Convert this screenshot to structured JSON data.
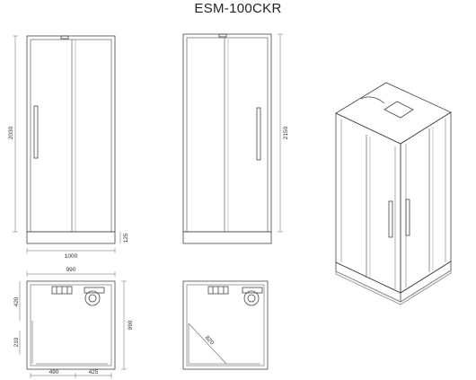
{
  "title": "ESM-100CKR",
  "front_view": {
    "height": "2030",
    "width": "1000",
    "base": "125"
  },
  "side_view": {
    "height": "2150"
  },
  "top_view_left": {
    "width": "990",
    "depth": "990",
    "dim_a": "420",
    "dim_b": "210",
    "dim_c": "490",
    "dim_d": "425"
  },
  "top_view_right": {
    "diag": "820"
  },
  "colors": {
    "line": "#444444",
    "glass": "#bbbbbb",
    "text": "#333333"
  }
}
